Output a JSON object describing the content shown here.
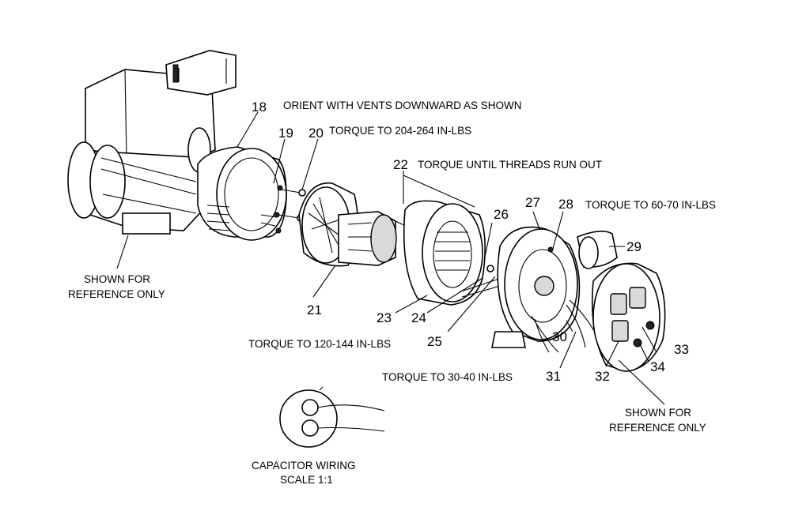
{
  "parts": [
    "18",
    "19",
    "20",
    "21",
    "22",
    "23",
    "24",
    "25",
    "26",
    "27",
    "28",
    "29",
    "30",
    "31",
    "32",
    "33",
    "34"
  ],
  "notes": {
    "orient": "ORIENT WITH VENTS DOWNWARD AS SHOWN",
    "torque_20": "TORQUE TO 204-264 IN-LBS",
    "torque_22": "TORQUE UNTIL THREADS RUN OUT",
    "torque_28": "TORQUE TO 60-70 IN-LBS",
    "torque_21": "TORQUE TO 120-144 IN-LBS",
    "torque_25": "TORQUE TO 30-40 IN-LBS",
    "ref_left_1": "SHOWN FOR",
    "ref_left_2": "REFERENCE ONLY",
    "ref_right_1": "SHOWN FOR",
    "ref_right_2": "REFERENCE ONLY",
    "capacitor_1": "CAPACITOR WIRING",
    "capacitor_2": "SCALE 1:1"
  }
}
